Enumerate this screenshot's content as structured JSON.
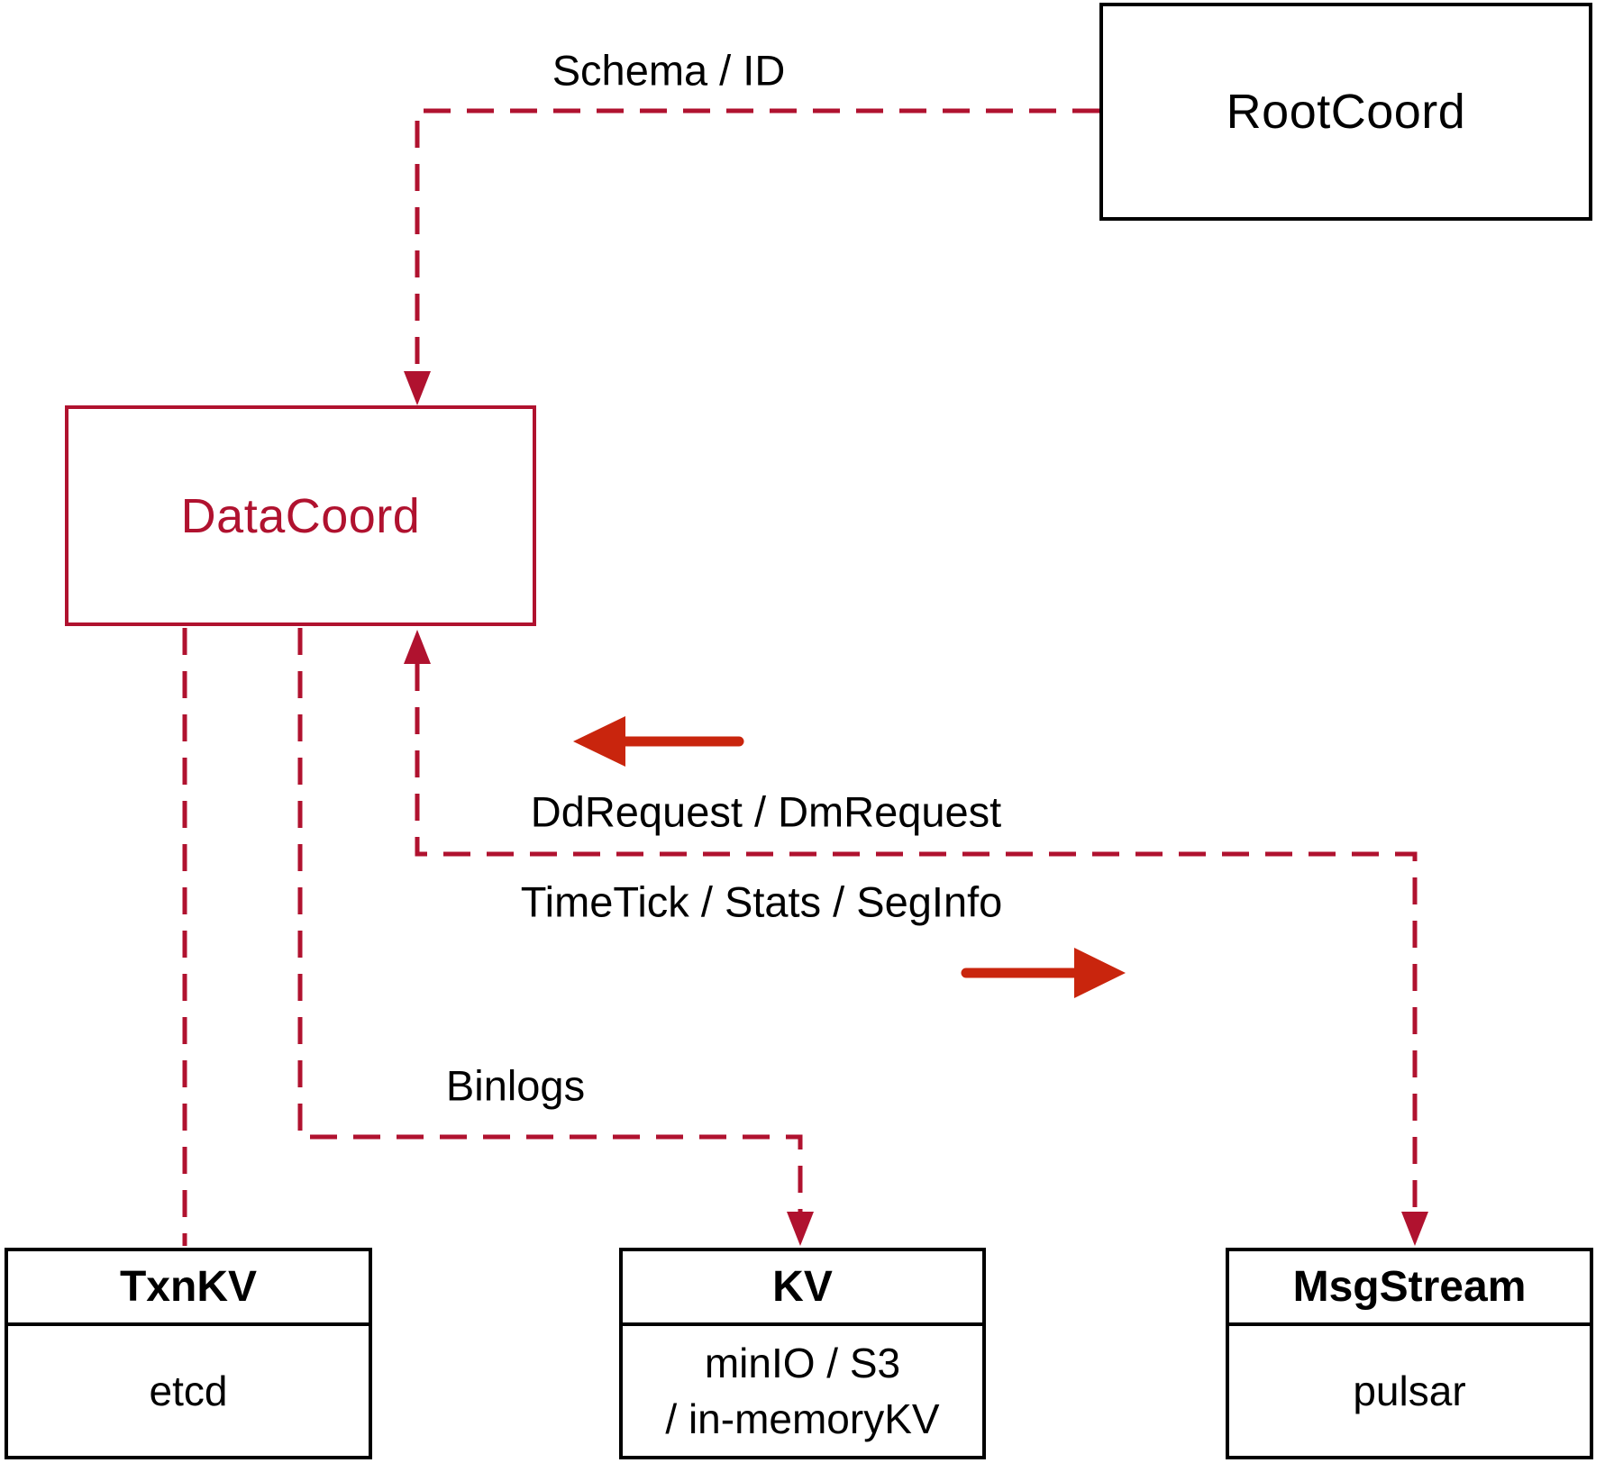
{
  "diagram": {
    "title_hint": "DataCoord architecture diagram",
    "colors": {
      "line_red": "#b0122f",
      "arrow_red": "#c9250d",
      "ink": "#000000"
    },
    "nodes": {
      "rootcoord": {
        "label": "RootCoord"
      },
      "datacoord": {
        "label": "DataCoord"
      },
      "txnkv": {
        "title": "TxnKV",
        "body": "etcd"
      },
      "kv": {
        "title": "KV",
        "body_line1": "minIO / S3",
        "body_line2": "/ in-memoryKV"
      },
      "msgstream": {
        "title": "MsgStream",
        "body": "pulsar"
      }
    },
    "edge_labels": {
      "schema_id": "Schema / ID",
      "dd_dm_request": "DdRequest / DmRequest",
      "timetick_stats_seginfo": "TimeTick / Stats / SegInfo",
      "binlogs": "Binlogs"
    }
  }
}
